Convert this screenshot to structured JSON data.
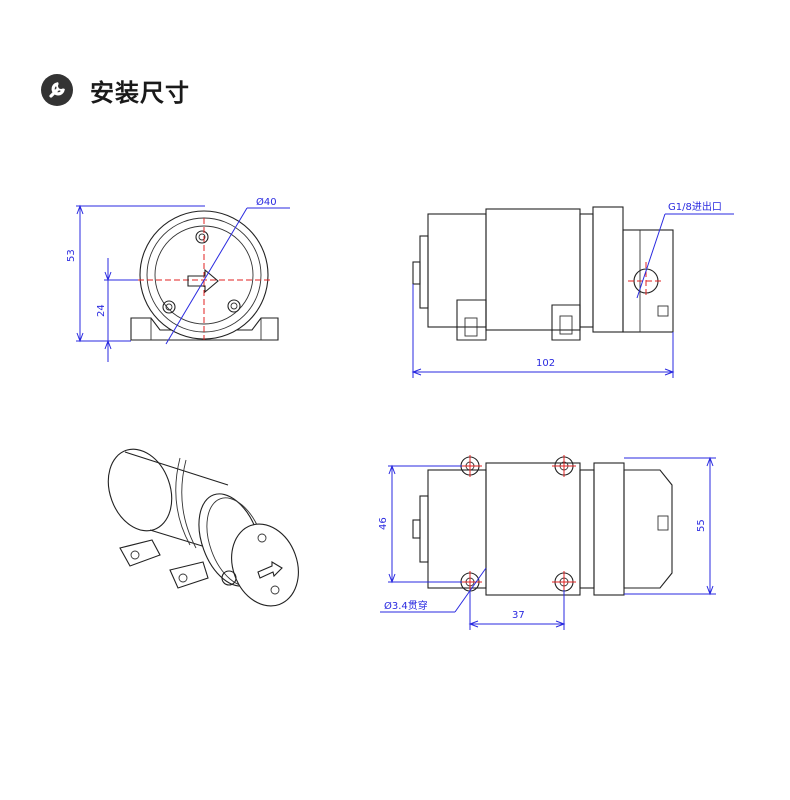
{
  "header": {
    "title": "安装尺寸",
    "icon": "wrench-icon"
  },
  "front_view": {
    "dia": "Ø40",
    "height": "53",
    "center_height": "24"
  },
  "side_view": {
    "port": "G1/8进出口",
    "length": "102"
  },
  "top_view": {
    "width_inner": "46",
    "width_outer": "55",
    "hole": "Ø3.4贯穿",
    "hole_spacing": "37"
  },
  "colors": {
    "dimension": "#2a2ae0",
    "centerline": "#e02020",
    "outline": "#222222"
  }
}
